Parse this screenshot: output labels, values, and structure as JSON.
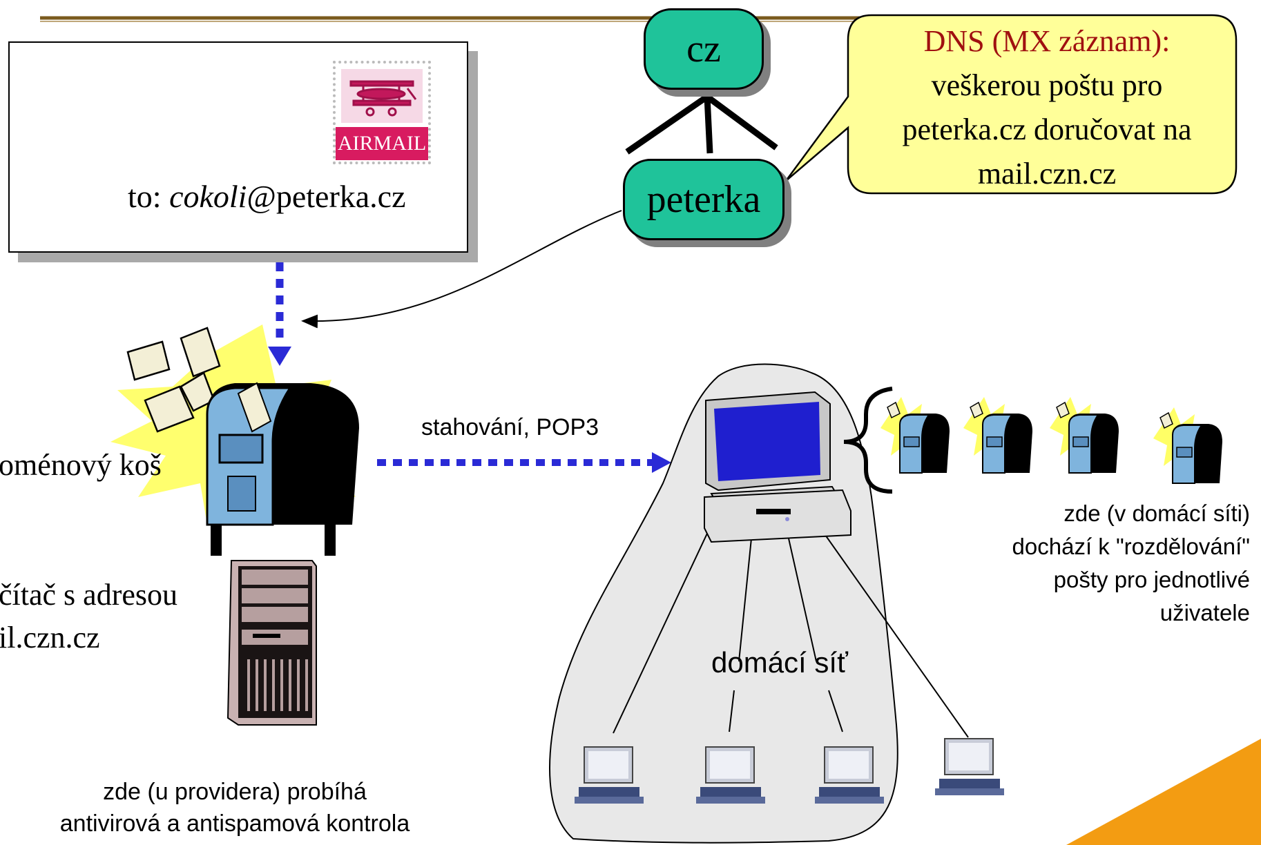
{
  "envelope": {
    "stamp_text": "AIRMAIL",
    "to_prefix": "to: ",
    "to_local": "cokoli",
    "to_domain": "@peterka.cz"
  },
  "dns_tree": {
    "root_node": "cz",
    "child_node": "peterka"
  },
  "callout": {
    "title": "DNS (MX záznam):",
    "line1": "veškerou poštu pro",
    "line2": "peterka.cz doručovat na",
    "line3": "mail.czn.cz"
  },
  "mailbox_label": "oménový koš",
  "server_label": {
    "line1": "čítač s adresou",
    "line2": "il.czn.cz"
  },
  "provider_note": {
    "line1": "zde (u providera) probíhá",
    "line2": "antivirová a antispamová kontrola"
  },
  "download_label": "stahování, POP3",
  "home_network_label": "domácí síť",
  "distribution_note": {
    "line1": "zde (v domácí síti)",
    "line2": "dochází k \"rozdělování\"",
    "line3": "pošty pro jednotlivé",
    "line4": "uživatele"
  },
  "colors": {
    "node_fill": "#1fc39a",
    "callout_fill": "#ffff99",
    "callout_title": "#a01010",
    "arrow_dotted": "#2a2ad6",
    "rule": "#7a5a1e",
    "corner_accent": "#f39c12",
    "cloud_fill": "#e8e8e8"
  }
}
